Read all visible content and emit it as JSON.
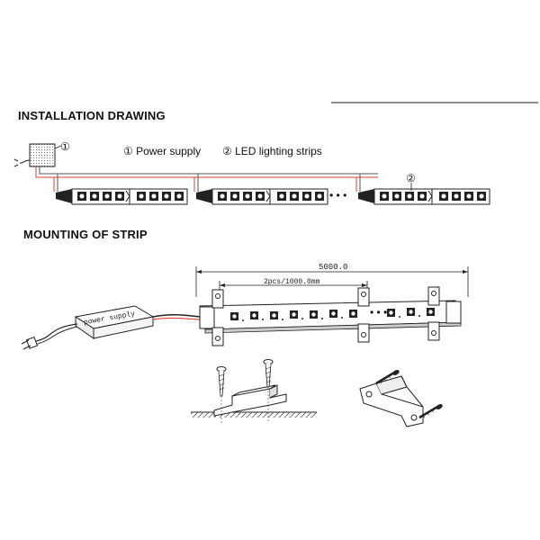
{
  "installation": {
    "title": "INSTALLATION DRAWING",
    "marker_1": "①",
    "marker_2": "②",
    "legend_1": "① Power  supply",
    "legend_2": "② LED lighting strips",
    "dots": "• • •"
  },
  "mounting": {
    "title": "MOUNTING OF STRIP",
    "power_supply_label": "power supply",
    "dimension_total": "5000.0",
    "dimension_segment": "2pcs/1000.0mm"
  },
  "colors": {
    "wire_red": "#d9452e",
    "line": "#222222"
  }
}
